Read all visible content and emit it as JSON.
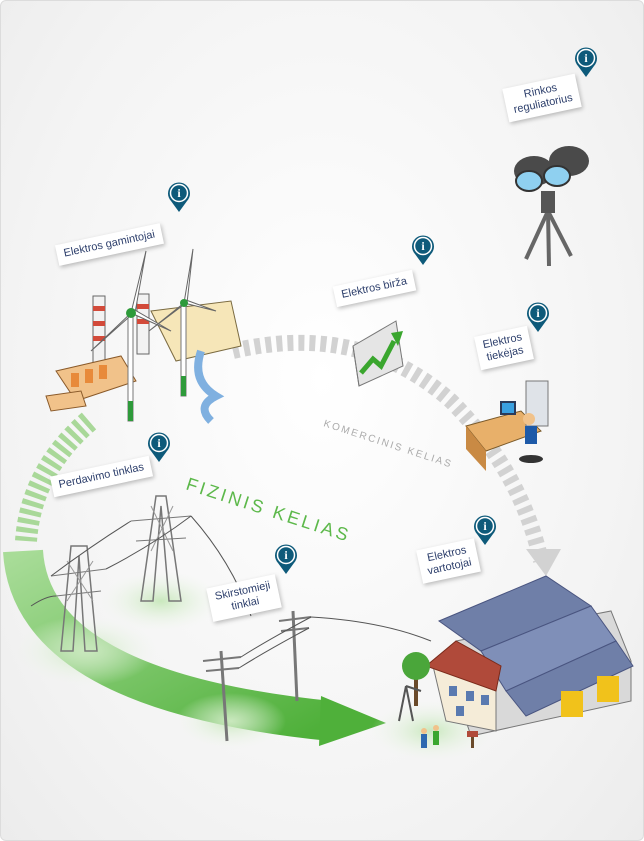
{
  "labels": {
    "producers": "Elektros gamintojai",
    "regulator_line1": "Rinkos",
    "regulator_line2": "reguliatorius",
    "exchange": "Elektros birža",
    "supplier_line1": "Elektros",
    "supplier_line2": "tiekėjas",
    "transmission": "Perdavimo tinklas",
    "distribution_line1": "Skirstomieji",
    "distribution_line2": "tinklai",
    "consumers_line1": "Elektros",
    "consumers_line2": "vartotojai"
  },
  "paths": {
    "physical": "FIZINIS KELIAS",
    "commercial": "KOMERCINIS KELIAS"
  },
  "info_glyph": "i",
  "colors": {
    "info_pin": "#0e5a7a",
    "label_text": "#2c3e6b",
    "physical_path": "#5cb84a",
    "commercial_path": "#c8c8c8",
    "roof": "#6f7fa8"
  },
  "icons": [
    "info-pin-icon",
    "wind-turbine-icon",
    "binoculars-icon",
    "stock-chart-icon",
    "office-worker-icon",
    "power-pylon-icon",
    "utility-pole-icon",
    "house-icon",
    "factory-icon",
    "tree-icon"
  ]
}
